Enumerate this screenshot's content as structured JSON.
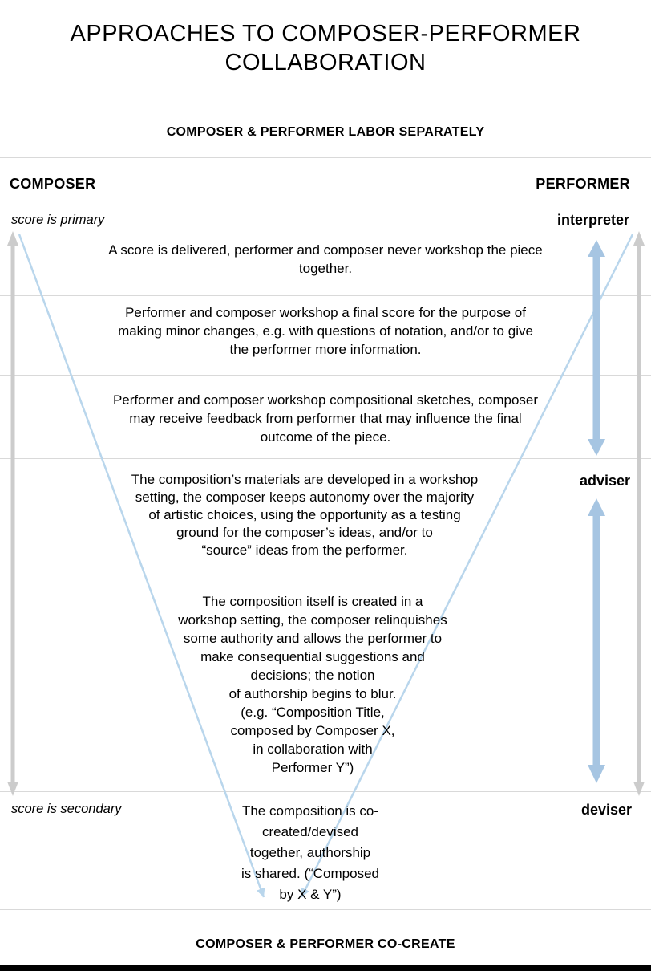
{
  "title": "APPROACHES TO COMPOSER-PERFORMER\nCOLLABORATION",
  "banners": {
    "top": "COMPOSER & PERFORMER LABOR SEPARATELY",
    "bottom": "COMPOSER & PERFORMER CO-CREATE"
  },
  "left_column": {
    "heading": "COMPOSER",
    "score_top": "score is primary",
    "score_bottom": "score is secondary"
  },
  "right_column": {
    "heading": "PERFORMER",
    "role_top": "interpreter",
    "role_middle": "adviser",
    "role_bottom": "deviser"
  },
  "rows": {
    "row1": "A score is delivered, performer and composer never workshop the piece\ntogether.",
    "row2": "Performer and composer workshop a final score for the purpose of\nmaking minor changes, e.g. with questions of notation, and/or to give\nthe performer more information.",
    "row3": "Performer and composer workshop compositional sketches, composer\nmay receive feedback from performer that may influence the final\noutcome of the piece.",
    "row4": {
      "prefix": "The composition’s ",
      "underlined": "materials",
      "suffix": " are developed in a workshop\nsetting, the composer keeps autonomy over the majority\nof artistic choices, using the opportunity as a testing\nground for the composer’s ideas, and/or to\n“source” ideas from the performer."
    },
    "row5": {
      "prefix": "The ",
      "underlined": "composition",
      "suffix": " itself is created in a\nworkshop setting, the composer relinquishes\nsome authority and allows the performer to\nmake consequential suggestions and\ndecisions; the notion\nof authorship begins to blur.\n(e.g. “Composition Title,\ncomposed by Composer X,\nin collaboration with\nPerformer Y”)"
    },
    "row6": "The composition is co-\ncreated/devised\ntogether, authorship\nis shared. (“Composed\nby X & Y”)"
  },
  "colors": {
    "v_line": "#b9d6ec",
    "edge_arrow": "#cccccc",
    "role_arrow": "#a6c5e2",
    "divider": "#d9d9d9",
    "bottom_bar": "#000000"
  }
}
